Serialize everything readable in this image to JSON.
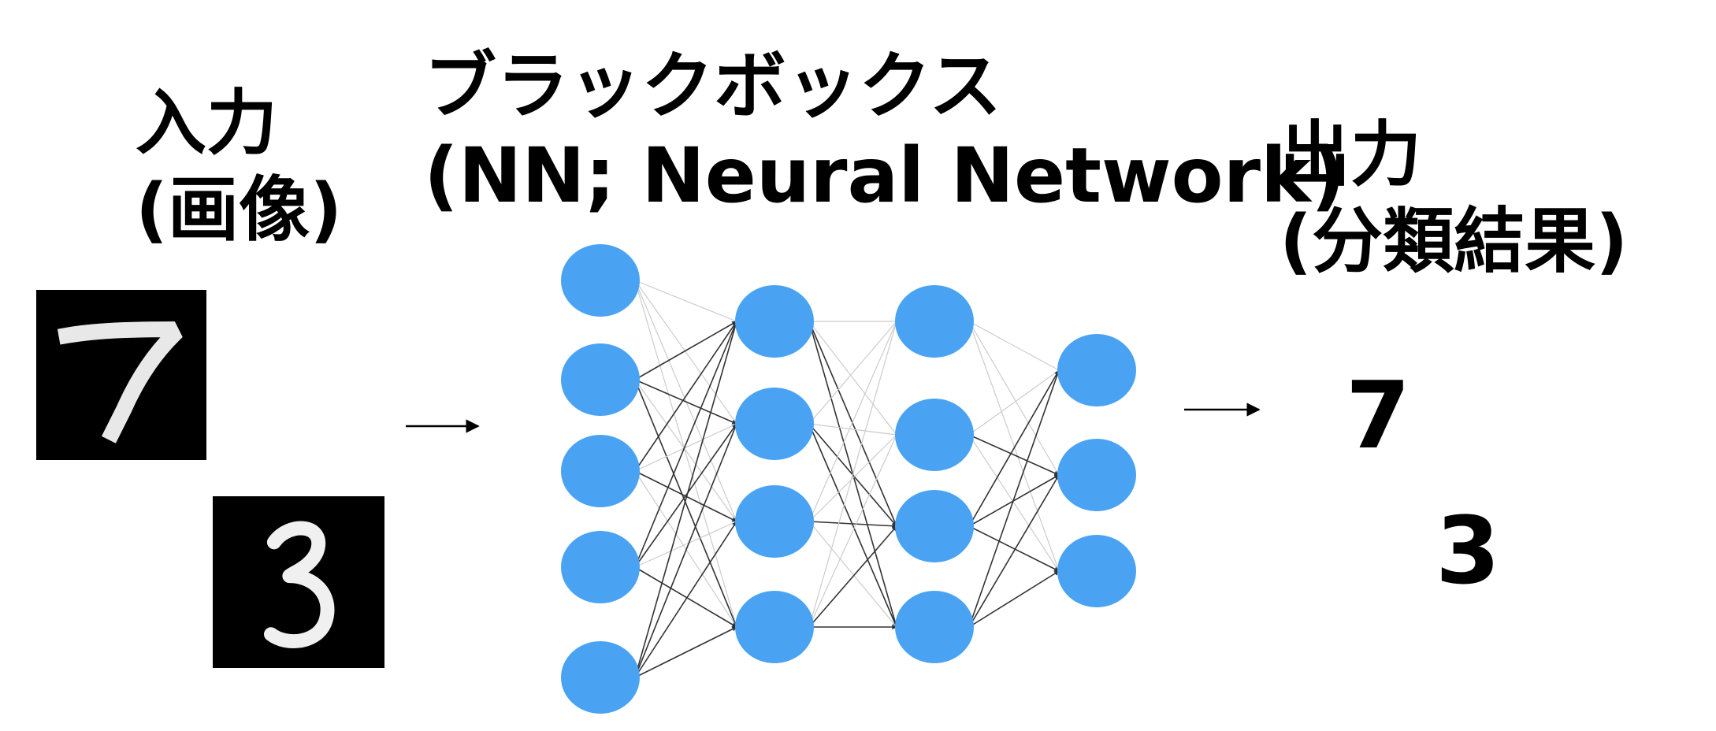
{
  "input": {
    "title": "入力",
    "subtitle": "(画像)"
  },
  "blackbox": {
    "title": "ブラックボックス",
    "subtitle": "(NN; Neural Network)"
  },
  "output": {
    "title": "出力",
    "subtitle": "(分類結果)"
  },
  "input_images": [
    {
      "digit": "7",
      "background": "#000000",
      "stroke": "#ffffff"
    },
    {
      "digit": "3",
      "background": "#000000",
      "stroke": "#ffffff"
    }
  ],
  "results": [
    "7",
    "3"
  ],
  "network": {
    "layers": [
      5,
      4,
      4,
      3
    ],
    "node_color": "#4aa3f2",
    "strong_edge_color": "#333333",
    "weak_edge_color": "#cccccc"
  }
}
